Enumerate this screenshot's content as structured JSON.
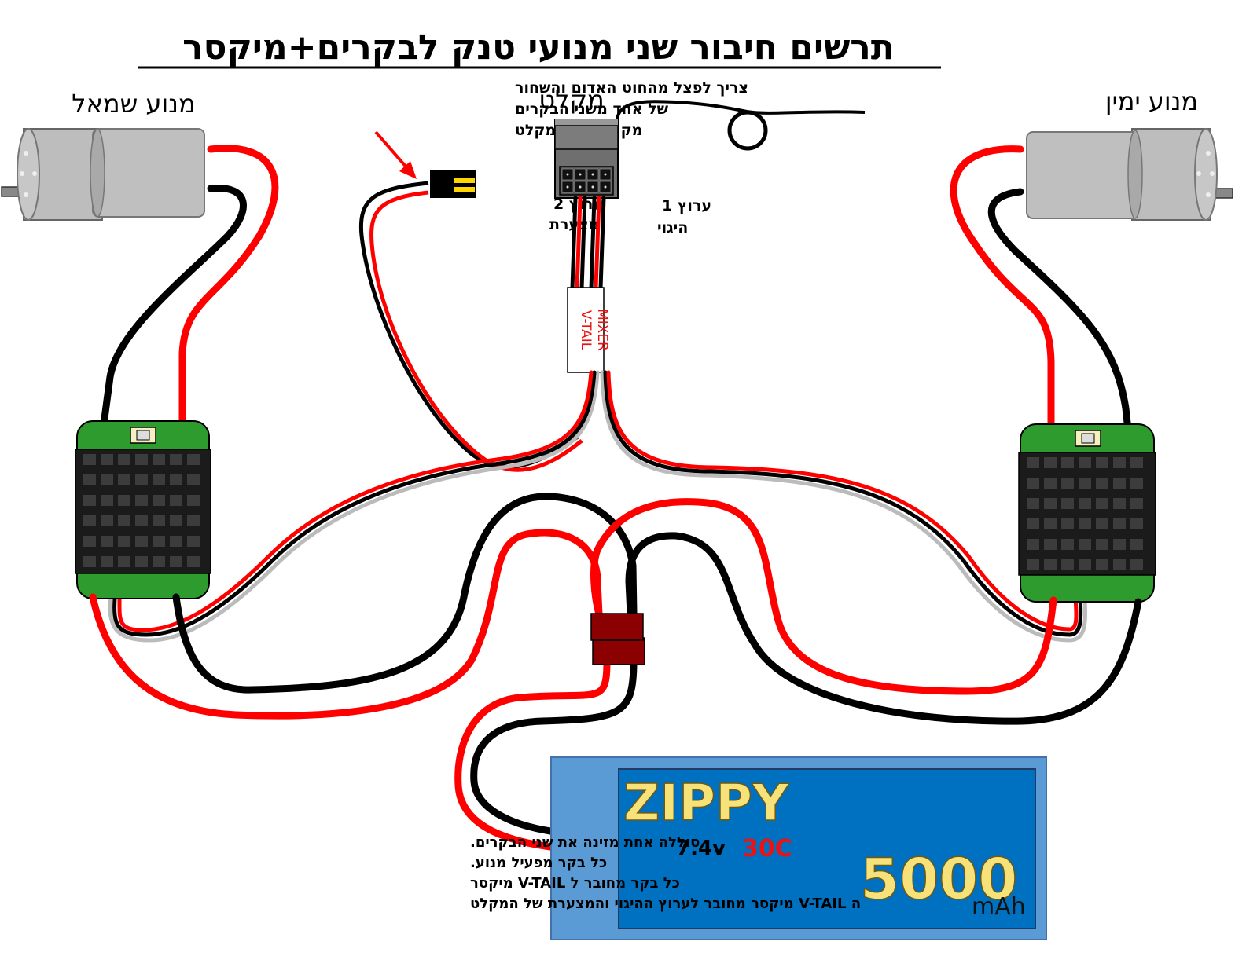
{
  "title": "תרשים חיבור שני מנועי טנק לבקרים+מיקסר",
  "labels": {
    "left_motor": "מנוע שמאל",
    "right_motor": "מנוע ימין",
    "receiver": "מקלט",
    "channel2_line1": "ערוץ 2",
    "channel2_line2": "מצערת",
    "channel1_line1": "ערוץ 1",
    "channel1_line2": "היגוי"
  },
  "receiver_note": [
    "צריך לפצל מהחוט האדום והשחור",
    "של אחד משני הבקרים",
    "מקור מתח למקלט"
  ],
  "mixer": {
    "line1": "V-TAIL",
    "line2": "MIXER"
  },
  "battery": {
    "brand": "ZIPPY",
    "voltage": "7.4v",
    "c_rating": "30C",
    "capacity": "5000",
    "unit": "mAh"
  },
  "bottom_notes": [
    "סוללה אחת מזינה את שני הבקרים.",
    "כל בקר מפעיל מנוע.",
    "כל בקר מחובר ל V-TAIL מיקסר",
    "ה V-TAIL מיקסר מחובר לערוץ ההיגוי והמצערת של המקלט"
  ],
  "colors": {
    "wire_red": "#ff0000",
    "wire_black": "#000000",
    "esc_green": "#2e9b2e",
    "battery_outer": "#5b9bd5",
    "battery_inner": "#0070c0",
    "battery_text": "#f7e27a"
  }
}
